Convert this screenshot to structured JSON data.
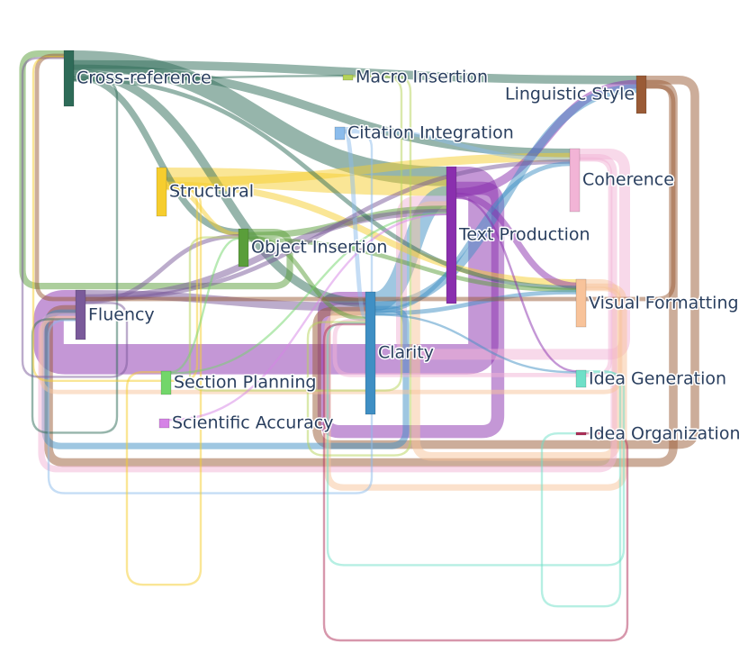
{
  "chart_data": {
    "type": "sankey",
    "nodes": [
      {
        "id": "cross_reference",
        "label": "Cross-reference",
        "color": "#2e6b58"
      },
      {
        "id": "macro_insertion",
        "label": "Macro Insertion",
        "color": "#b5d35a"
      },
      {
        "id": "linguistic_style",
        "label": "Linguistic Style",
        "color": "#9a5b36"
      },
      {
        "id": "citation_integration",
        "label": "Citation Integration",
        "color": "#8bbcec"
      },
      {
        "id": "coherence",
        "label": "Coherence",
        "color": "#f2b4d6"
      },
      {
        "id": "structural",
        "label": "Structural",
        "color": "#f6cd2e"
      },
      {
        "id": "text_production",
        "label": "Text Production",
        "color": "#8a2fae"
      },
      {
        "id": "object_insertion",
        "label": "Object Insertion",
        "color": "#5a9e3a"
      },
      {
        "id": "visual_formatting",
        "label": "Visual Formatting",
        "color": "#f8c39a"
      },
      {
        "id": "fluency",
        "label": "Fluency",
        "color": "#7a5a9a"
      },
      {
        "id": "clarity",
        "label": "Clarity",
        "color": "#3f8fc4"
      },
      {
        "id": "section_planning",
        "label": "Section Planning",
        "color": "#72d66a"
      },
      {
        "id": "idea_generation",
        "label": "Idea Generation",
        "color": "#6ee0c8"
      },
      {
        "id": "scientific_accuracy",
        "label": "Scientific Accuracy",
        "color": "#d583e6"
      },
      {
        "id": "idea_organization",
        "label": "Idea Organization",
        "color": "#b0305a"
      }
    ],
    "links": [
      {
        "source": "cross_reference",
        "target": "linguistic_style",
        "value": 4
      },
      {
        "source": "cross_reference",
        "target": "coherence",
        "value": 4
      },
      {
        "source": "cross_reference",
        "target": "text_production",
        "value": 9
      },
      {
        "source": "cross_reference",
        "target": "object_insertion",
        "value": 3
      },
      {
        "source": "cross_reference",
        "target": "visual_formatting",
        "value": 2
      },
      {
        "source": "cross_reference",
        "target": "clarity",
        "value": 4
      },
      {
        "source": "cross_reference",
        "target": "macro_insertion",
        "value": 1
      },
      {
        "source": "cross_reference",
        "target": "fluency",
        "value": 1
      },
      {
        "source": "macro_insertion",
        "target": "clarity",
        "value": 1
      },
      {
        "source": "macro_insertion",
        "target": "object_insertion",
        "value": 1
      },
      {
        "source": "citation_integration",
        "target": "coherence",
        "value": 2
      },
      {
        "source": "citation_integration",
        "target": "fluency",
        "value": 1
      },
      {
        "source": "citation_integration",
        "target": "clarity",
        "value": 2
      },
      {
        "source": "structural",
        "target": "text_production",
        "value": 9
      },
      {
        "source": "structural",
        "target": "coherence",
        "value": 4
      },
      {
        "source": "structural",
        "target": "object_insertion",
        "value": 2
      },
      {
        "source": "structural",
        "target": "visual_formatting",
        "value": 3
      },
      {
        "source": "structural",
        "target": "cross_reference",
        "value": 1
      },
      {
        "source": "structural",
        "target": "section_planning",
        "value": 1
      },
      {
        "source": "object_insertion",
        "target": "cross_reference",
        "value": 3
      },
      {
        "source": "object_insertion",
        "target": "text_production",
        "value": 3
      },
      {
        "source": "object_insertion",
        "target": "clarity",
        "value": 2
      },
      {
        "source": "object_insertion",
        "target": "visual_formatting",
        "value": 2
      },
      {
        "source": "text_production",
        "target": "linguistic_style",
        "value": 4
      },
      {
        "source": "text_production",
        "target": "visual_formatting",
        "value": 3
      },
      {
        "source": "text_production",
        "target": "clarity",
        "value": 6
      },
      {
        "source": "text_production",
        "target": "fluency",
        "value": 14
      },
      {
        "source": "text_production",
        "target": "idea_generation",
        "value": 1
      },
      {
        "source": "fluency",
        "target": "clarity",
        "value": 4
      },
      {
        "source": "fluency",
        "target": "text_production",
        "value": 3
      },
      {
        "source": "fluency",
        "target": "coherence",
        "value": 2
      },
      {
        "source": "fluency",
        "target": "object_insertion",
        "value": 2
      },
      {
        "source": "fluency",
        "target": "cross_reference",
        "value": 1
      },
      {
        "source": "clarity",
        "target": "linguistic_style",
        "value": 4
      },
      {
        "source": "clarity",
        "target": "text_production",
        "value": 9
      },
      {
        "source": "clarity",
        "target": "coherence",
        "value": 2
      },
      {
        "source": "clarity",
        "target": "fluency",
        "value": 3
      },
      {
        "source": "clarity",
        "target": "visual_formatting",
        "value": 2
      },
      {
        "source": "clarity",
        "target": "idea_generation",
        "value": 1
      },
      {
        "source": "section_planning",
        "target": "object_insertion",
        "value": 1
      },
      {
        "source": "section_planning",
        "target": "text_production",
        "value": 1
      },
      {
        "source": "scientific_accuracy",
        "target": "text_production",
        "value": 1
      },
      {
        "source": "linguistic_style",
        "target": "cross_reference",
        "value": 2
      },
      {
        "source": "linguistic_style",
        "target": "clarity",
        "value": 4
      },
      {
        "source": "linguistic_style",
        "target": "fluency",
        "value": 4
      },
      {
        "source": "coherence",
        "target": "fluency",
        "value": 3
      },
      {
        "source": "coherence",
        "target": "text_production",
        "value": 5
      },
      {
        "source": "coherence",
        "target": "clarity",
        "value": 2
      },
      {
        "source": "visual_formatting",
        "target": "text_production",
        "value": 4
      },
      {
        "source": "visual_formatting",
        "target": "clarity",
        "value": 3
      },
      {
        "source": "visual_formatting",
        "target": "fluency",
        "value": 2
      },
      {
        "source": "idea_generation",
        "target": "idea_organization",
        "value": 1
      },
      {
        "source": "idea_generation",
        "target": "clarity",
        "value": 1
      },
      {
        "source": "idea_organization",
        "target": "clarity",
        "value": 1
      }
    ]
  }
}
